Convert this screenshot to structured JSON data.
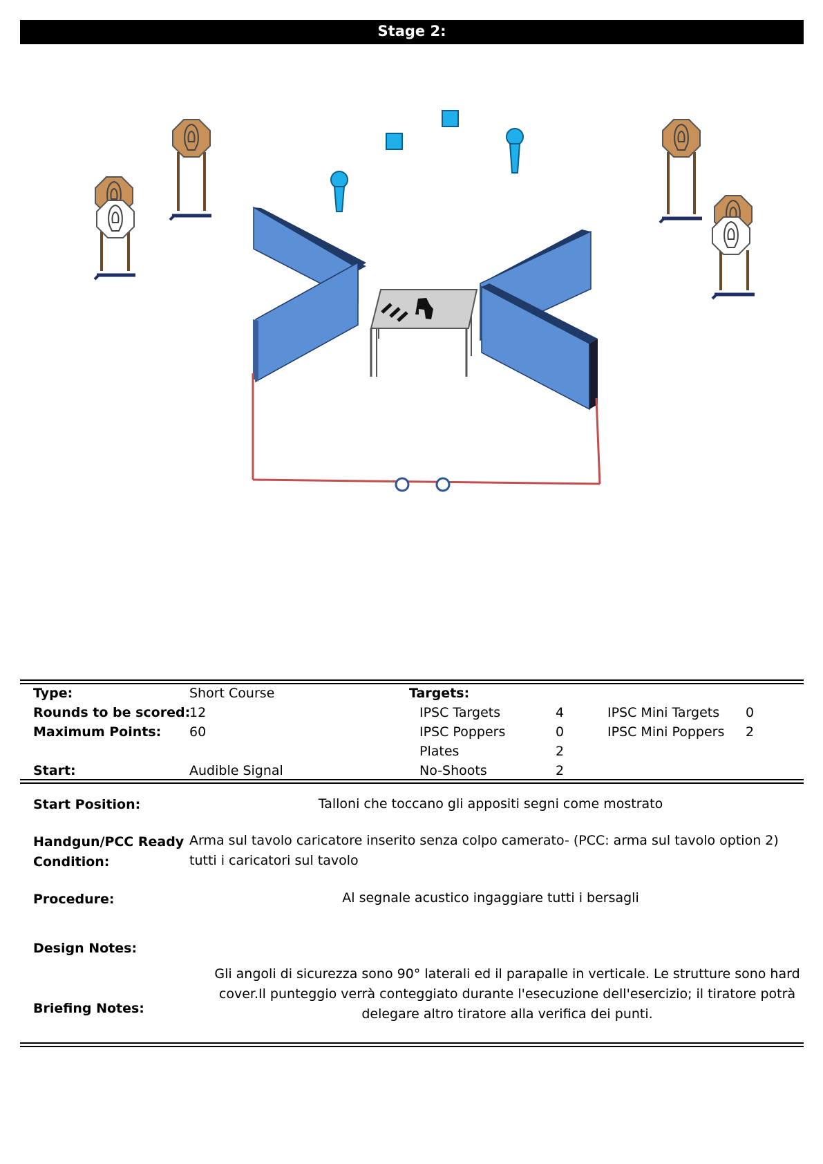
{
  "header": {
    "title": "Stage 2:"
  },
  "summary": {
    "type_label": "Type:",
    "type_value": "Short Course",
    "rounds_label": "Rounds to be scored:",
    "rounds_value": "12",
    "points_label": "Maximum Points:",
    "points_value": "60",
    "start_label": "Start:",
    "start_value": "Audible Signal",
    "targets_label": "Targets:",
    "targets": [
      {
        "name": "IPSC Targets",
        "count": "4"
      },
      {
        "name": "IPSC Poppers",
        "count": "0"
      },
      {
        "name": "Plates",
        "count": "2"
      },
      {
        "name": "No-Shoots",
        "count": "2"
      }
    ],
    "mini_targets": [
      {
        "name": "IPSC Mini Targets",
        "count": "0"
      },
      {
        "name": "IPSC Mini Poppers",
        "count": "2"
      }
    ]
  },
  "details": {
    "start_position_label": "Start Position:",
    "start_position_value": "Talloni  che toccano gli appositi segni come mostrato",
    "ready_label_1": "Handgun/PCC Ready",
    "ready_label_2": "Condition:",
    "ready_value": "Arma sul tavolo caricatore inserito senza colpo camerato- (PCC: arma sul tavolo option 2) tutti i caricatori sul tavolo",
    "procedure_label": "Procedure:",
    "procedure_value": "Al segnale acustico ingaggiare tutti i bersagli",
    "design_label": "Design Notes:",
    "design_value": "",
    "briefing_label": "Briefing Notes:",
    "briefing_value": "Gli angoli di sicurezza sono 90° laterali ed il parapalle in verticale. Le strutture sono hard cover.Il punteggio verrà conteggiato durante l'esecuzione dell'esercizio; il tiratore potrà delegare altro tiratore alla verifica  dei punti."
  },
  "colors": {
    "wall": "#5b8fd6",
    "wall_dark": "#1f3a66",
    "popper": "#1fb0ec",
    "ipsc_target": "#c8915a",
    "no_shoot": "#ffffff",
    "fault_line": "#c0504d",
    "start_marker": "#2f5597",
    "table_top": "#d0d0d0"
  }
}
